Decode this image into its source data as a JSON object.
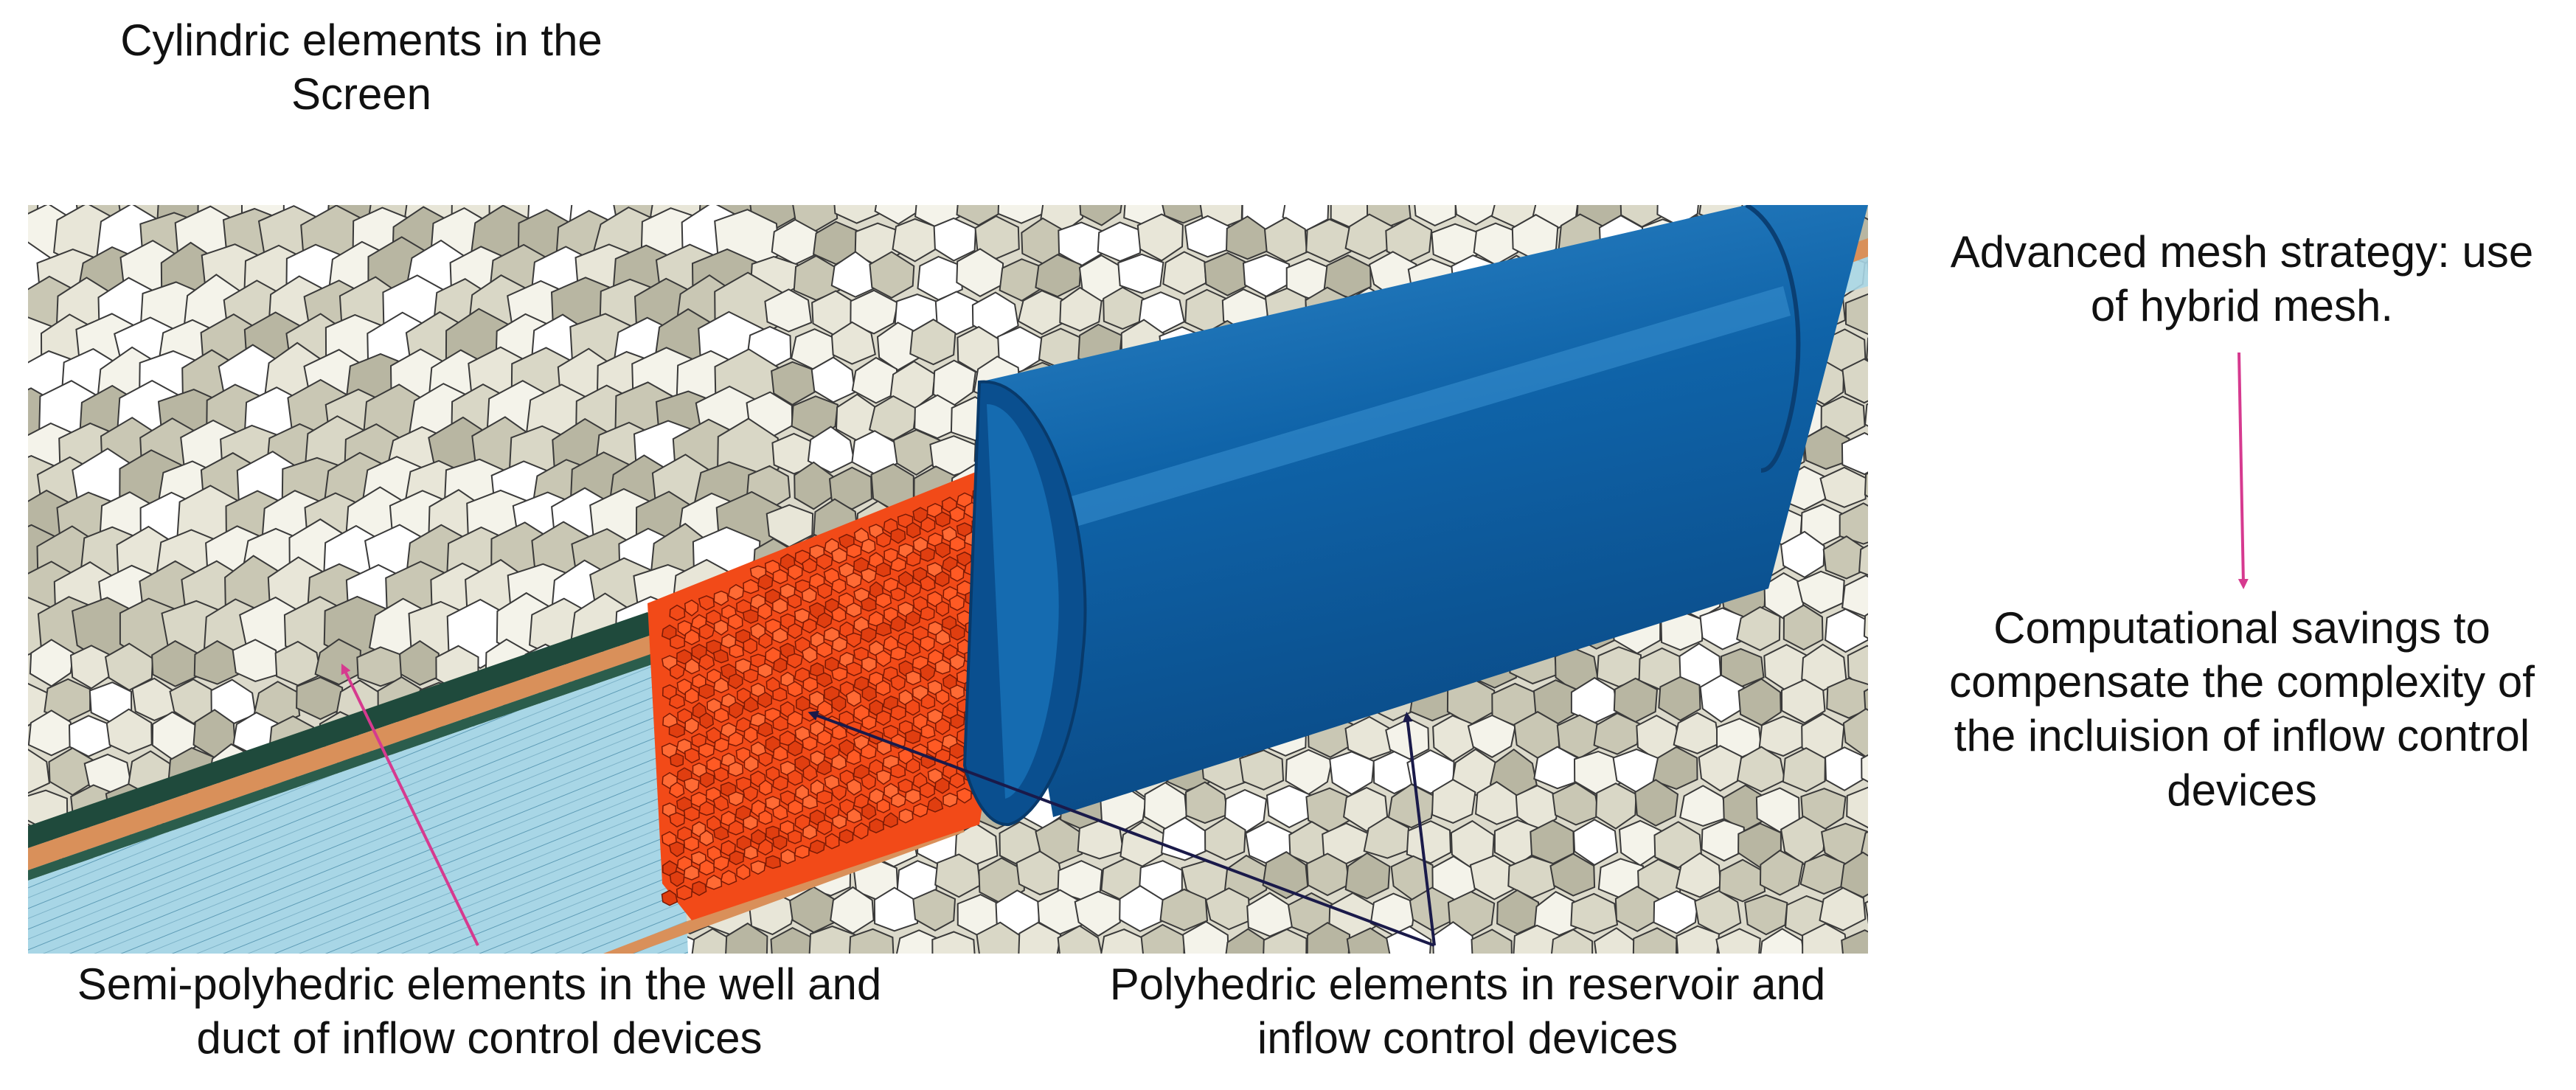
{
  "labels": {
    "cylindric": [
      "Cylindric elements in the",
      "Screen"
    ],
    "semi_polyhedric": [
      "Semi-polyhedric elements in the well and",
      "duct of inflow control devices"
    ],
    "polyhedric": [
      "Polyhedric elements in reservoir and",
      "inflow control devices"
    ],
    "advanced": [
      "Advanced mesh strategy: use",
      "of hybrid mesh."
    ],
    "computational": [
      "Computational savings to",
      "compensate the complexity of",
      "the incluision of inflow control",
      "devices"
    ]
  },
  "colors": {
    "reservoir_cell": "#e6e4d6",
    "cell_edge": "#3a3a3a",
    "screen_blue": "#9fd0e2",
    "screen_line": "#5e9cb6",
    "icd_orange": "#f24a18",
    "icd_edge": "#7a1a05",
    "tube_blue": "#0f63a8",
    "casing_green": "#1f4a3c",
    "casing_copper": "#d9905a",
    "arrow_magenta": "#d63a8f",
    "arrow_dark": "#1a1a4a"
  }
}
